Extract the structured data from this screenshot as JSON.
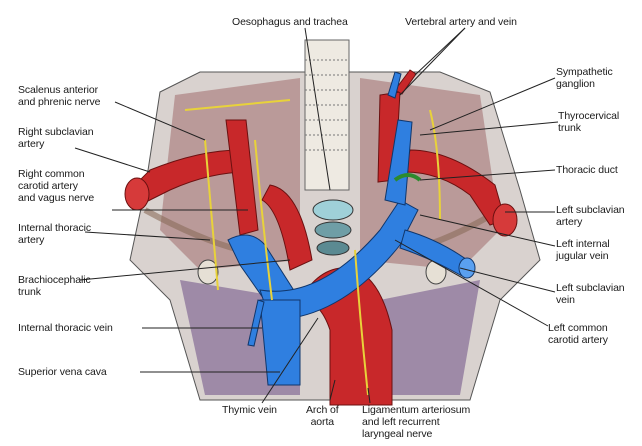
{
  "diagram": {
    "labels": {
      "oesophagus_trachea": "Oesophagus and trachea",
      "vertebral_artery_vein": "Vertebral artery and vein",
      "scalenus_anterior": "Scalenus anterior\nand phrenic nerve",
      "sympathetic_ganglion": "Sympathetic\nganglion",
      "right_subclavian_artery": "Right subclavian\nartery",
      "thyrocervical_trunk": "Thyrocervical\ntrunk",
      "right_common_carotid": "Right common\ncarotid artery\nand vagus nerve",
      "thoracic_duct": "Thoracic duct",
      "internal_thoracic_artery": "Internal thoracic\nartery",
      "left_subclavian_artery": "Left subclavian\nartery",
      "left_internal_jugular": "Left internal\njugular vein",
      "brachiocephalic_trunk": "Brachiocephalic\ntrunk",
      "left_subclavian_vein": "Left subclavian\nvein",
      "internal_thoracic_vein": "Internal thoracic vein",
      "left_common_carotid": "Left common\ncarotid artery",
      "superior_vena_cava": "Superior vena cava",
      "thymic_vein": "Thymic vein",
      "arch_of_aorta": "Arch of\naorta",
      "ligamentum_arteriosum": "Ligamentum arteriosum\nand left recurrent\nlaryngeal nerve"
    },
    "colors": {
      "artery": "#c8282a",
      "vein": "#2f7fe0",
      "nerve": "#e8d23a",
      "muscle": "#7a5a6a",
      "trachea": "#e8e4dc",
      "leader": "#222222"
    }
  }
}
